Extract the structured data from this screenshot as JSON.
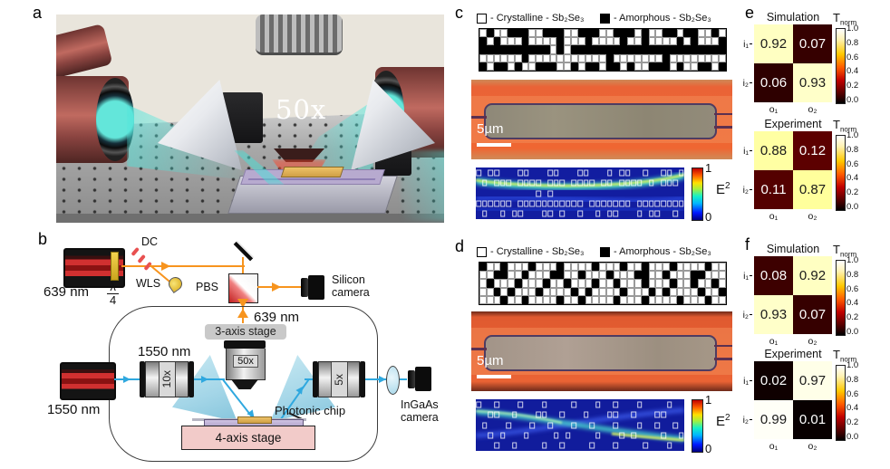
{
  "figure": {
    "panel_labels": {
      "a": "a",
      "b": "b",
      "c": "c",
      "d": "d",
      "e": "e",
      "f": "f"
    }
  },
  "panel_a": {
    "objective_label": "50x"
  },
  "panel_b": {
    "laser_red_label": "639 nm",
    "waveplate_top": "λ",
    "waveplate_bottom": "4",
    "dc_label": "DC",
    "wls_label": "WLS",
    "pbs_label": "PBS",
    "silicon_camera_line1": "Silicon",
    "silicon_camera_line2": "camera",
    "beam_639_label": "639 nm",
    "stage3_label": "3-axis stage",
    "objective50_label": "50x",
    "laser_ir_label": "1550 nm",
    "fiber_ir_label": "1550 nm",
    "objective10_label": "10x",
    "objective5_label": "5x",
    "ingaas_line1": "InGaAs",
    "ingaas_line2": "camera",
    "photonic_chip_label": "Photonic chip",
    "stage4_label": "4-axis stage"
  },
  "panel_c": {
    "legend_crystalline": "- Crystalline - Sb₂Se₃",
    "legend_amorphous": "- Amorphous - Sb₂Se₃",
    "scale_bar": "5µm",
    "grid": [
      "10110001100011000110001011001001101",
      "01011101111011101111011011110101110",
      "00000000001010000000000000000000000",
      "11111101111111111101111111011111111",
      "01001011000110100100101100010110010"
    ],
    "field_label_main": "E",
    "field_label_sup": "2",
    "field_tick_top": "1",
    "field_tick_bottom": "0"
  },
  "panel_d": {
    "legend_crystalline": "- Crystalline - Sb₂Se₃",
    "legend_amorphous": "- Amorphous - Sb₂Se₃",
    "scale_bar": "5µm",
    "grid": [
      "01101110111011110111011011101111011",
      "11001101110011011101110011011100111",
      "10111011101101110110111011101101101",
      "11010111011110101111011101011110110",
      "11101101111011011110111011110111011"
    ],
    "field_label_main": "E",
    "field_label_sup": "2",
    "field_tick_top": "1",
    "field_tick_bottom": "0"
  },
  "panel_e": {
    "row_labels": [
      "i₁",
      "i₂"
    ],
    "col_labels": [
      "o₁",
      "o₂"
    ],
    "cbar_title_main": "T",
    "cbar_title_sub": "norm",
    "cbar_ticks": [
      "1.0",
      "0.8",
      "0.6",
      "0.4",
      "0.2",
      "0.0"
    ],
    "blocks": [
      {
        "title": "Simulation",
        "values": [
          [
            0.92,
            0.07
          ],
          [
            0.06,
            0.93
          ]
        ]
      },
      {
        "title": "Experiment",
        "values": [
          [
            0.88,
            0.12
          ],
          [
            0.11,
            0.87
          ]
        ]
      }
    ]
  },
  "panel_f": {
    "row_labels": [
      "i₁",
      "i₂"
    ],
    "col_labels": [
      "o₁",
      "o₂"
    ],
    "cbar_title_main": "T",
    "cbar_title_sub": "norm",
    "cbar_ticks": [
      "1.0",
      "0.8",
      "0.6",
      "0.4",
      "0.2",
      "0.0"
    ],
    "blocks": [
      {
        "title": "Simulation",
        "values": [
          [
            0.08,
            0.92
          ],
          [
            0.93,
            0.07
          ]
        ]
      },
      {
        "title": "Experiment",
        "values": [
          [
            0.02,
            0.97
          ],
          [
            0.99,
            0.01
          ]
        ]
      }
    ]
  },
  "chart_data": [
    {
      "type": "heatmap",
      "panel": "e",
      "title": "Simulation",
      "rows": [
        "i1",
        "i2"
      ],
      "cols": [
        "o1",
        "o2"
      ],
      "values": [
        [
          0.92,
          0.07
        ],
        [
          0.06,
          0.93
        ]
      ],
      "colorbar_label": "T_norm",
      "range": [
        0.0,
        1.0
      ]
    },
    {
      "type": "heatmap",
      "panel": "e",
      "title": "Experiment",
      "rows": [
        "i1",
        "i2"
      ],
      "cols": [
        "o1",
        "o2"
      ],
      "values": [
        [
          0.88,
          0.12
        ],
        [
          0.11,
          0.87
        ]
      ],
      "colorbar_label": "T_norm",
      "range": [
        0.0,
        1.0
      ]
    },
    {
      "type": "heatmap",
      "panel": "f",
      "title": "Simulation",
      "rows": [
        "i1",
        "i2"
      ],
      "cols": [
        "o1",
        "o2"
      ],
      "values": [
        [
          0.08,
          0.92
        ],
        [
          0.93,
          0.07
        ]
      ],
      "colorbar_label": "T_norm",
      "range": [
        0.0,
        1.0
      ]
    },
    {
      "type": "heatmap",
      "panel": "f",
      "title": "Experiment",
      "rows": [
        "i1",
        "i2"
      ],
      "cols": [
        "o1",
        "o2"
      ],
      "values": [
        [
          0.02,
          0.97
        ],
        [
          0.99,
          0.01
        ]
      ],
      "colorbar_label": "T_norm",
      "range": [
        0.0,
        1.0
      ]
    }
  ]
}
